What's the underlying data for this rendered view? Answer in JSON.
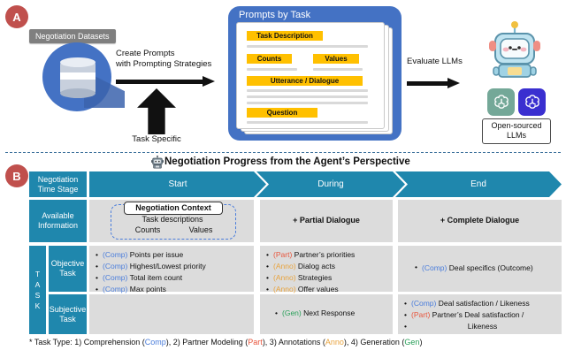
{
  "panel_a": {
    "badge": "A",
    "dataset_label": "Negotiation Datasets",
    "dataset_icon": "database-cylinder-icon",
    "create_prompts_caption": "Create Prompts\nwith Prompting Strategies",
    "create_prompts_line1": "Create Prompts",
    "create_prompts_line2": "with Prompting Strategies",
    "task_specific_caption": "Task Specific",
    "prompts_panel_title": "Prompts by Task",
    "prompt_fields": [
      "Task Description",
      "Counts",
      "Values",
      "Utterance / Dialogue",
      "Question"
    ],
    "evaluate_caption": "Evaluate LLMs",
    "robot_icon": "robot-icon",
    "llm_logos": [
      {
        "name": "openai-logo-teal",
        "color": "#74a898"
      },
      {
        "name": "openai-logo-blue",
        "color": "#3a2fd0"
      }
    ],
    "open_sourced_llms_line1": "Open-sourced",
    "open_sourced_llms_line2": "LLMs"
  },
  "panel_b": {
    "badge": "B",
    "title": "Negotiation Progress from the Agent’s Perspective",
    "robot_icon": "robot-icon",
    "row_labels": {
      "time_stage": "Negotiation\nTime Stage",
      "time_stage_l1": "Negotiation",
      "time_stage_l2": "Time Stage",
      "available_info_l1": "Available",
      "available_info_l2": "Information",
      "task_vertical": "TASK",
      "objective_l1": "Objective",
      "objective_l2": "Task",
      "subjective_l1": "Subjective",
      "subjective_l2": "Task"
    },
    "stages": [
      "Start",
      "During",
      "End"
    ],
    "available_information": {
      "start": {
        "context_title": "Negotiation Context",
        "line2": "Task descriptions",
        "line3_left": "Counts",
        "line3_right": "Values"
      },
      "during": "+ Partial Dialogue",
      "end": "+ Complete Dialogue"
    },
    "objective_task": {
      "start": [
        {
          "tag": "Comp",
          "text": "Points per issue"
        },
        {
          "tag": "Comp",
          "text": "Highest/Lowest priority"
        },
        {
          "tag": "Comp",
          "text": "Total item count"
        },
        {
          "tag": "Comp",
          "text": "Max points"
        }
      ],
      "during": [
        {
          "tag": "Part",
          "text": "Partner’s priorities"
        },
        {
          "tag": "Anno",
          "text": "Dialog acts"
        },
        {
          "tag": "Anno",
          "text": "Strategies"
        },
        {
          "tag": "Anno",
          "text": "Offer values"
        }
      ],
      "end": [
        {
          "tag": "Comp",
          "text": "Deal specifics (Outcome)"
        }
      ]
    },
    "subjective_task": {
      "start": [],
      "during": [
        {
          "tag": "Gen",
          "text": "Next Response"
        }
      ],
      "end": [
        {
          "tag": "Comp",
          "text": "Deal satisfaction / Likeness"
        },
        {
          "tag": "Part",
          "text": "Partner’s Deal satisfaction /"
        },
        {
          "tag": "",
          "text": "Likeness"
        }
      ]
    },
    "footnote": {
      "prefix": "* Task Type: 1) Comprehension (",
      "t1": "Comp",
      "mid1": "), 2) Partner Modeling (",
      "t2": "Part",
      "mid2": "), 3) Annotations (",
      "t3": "Anno",
      "mid3": "), 4) Generation (",
      "t4": "Gen",
      "suffix": ")"
    }
  },
  "colors": {
    "badge": "#c0504d",
    "panel_blue": "#4472c4",
    "teal": "#1f87ad",
    "highlight": "#ffc000",
    "cell_gray": "#dcdcdc",
    "comp": "#4a7ddb",
    "part": "#e8553c",
    "anno": "#e8a33d",
    "gen": "#2aa05a"
  }
}
